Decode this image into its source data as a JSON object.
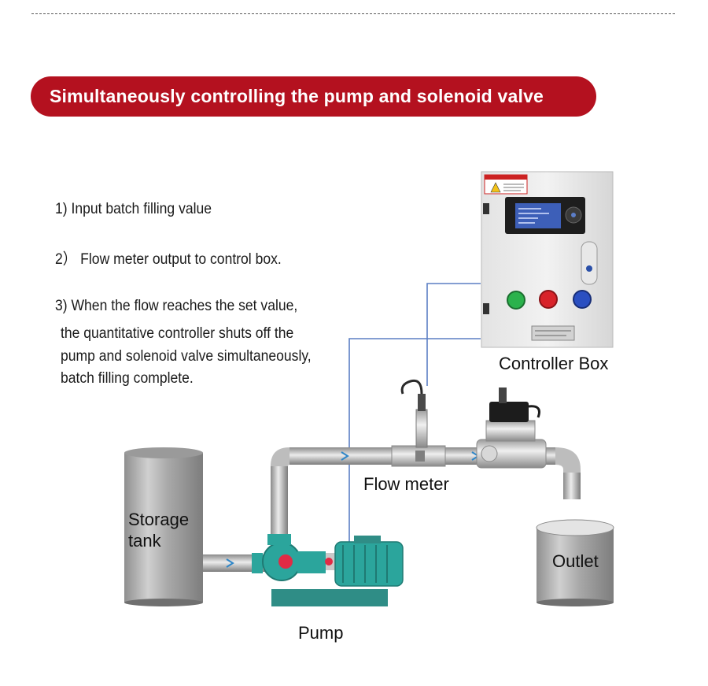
{
  "header": {
    "title": "Simultaneously controlling the pump and solenoid valve",
    "accent_color": "#b4111f"
  },
  "steps": [
    "1)  Input batch filling value",
    "2） Flow meter output to control box.",
    "3)  When the flow reaches the set value,",
    "the quantitative controller shuts off the",
    "pump and solenoid valve simultaneously,",
    "batch filling complete."
  ],
  "labels": {
    "controller_box": "Controller Box",
    "flow_meter": "Flow meter",
    "storage_tank": "Storage tank",
    "outlet": "Outlet",
    "pump": "Pump"
  },
  "colors": {
    "signal_line": "#5b7fc4",
    "flow_arrow": "#2f86c8",
    "pump_body": "#2ba59c",
    "button_green": "#2bb24c",
    "button_red": "#d8232a",
    "button_blue": "#2a4fc1"
  }
}
